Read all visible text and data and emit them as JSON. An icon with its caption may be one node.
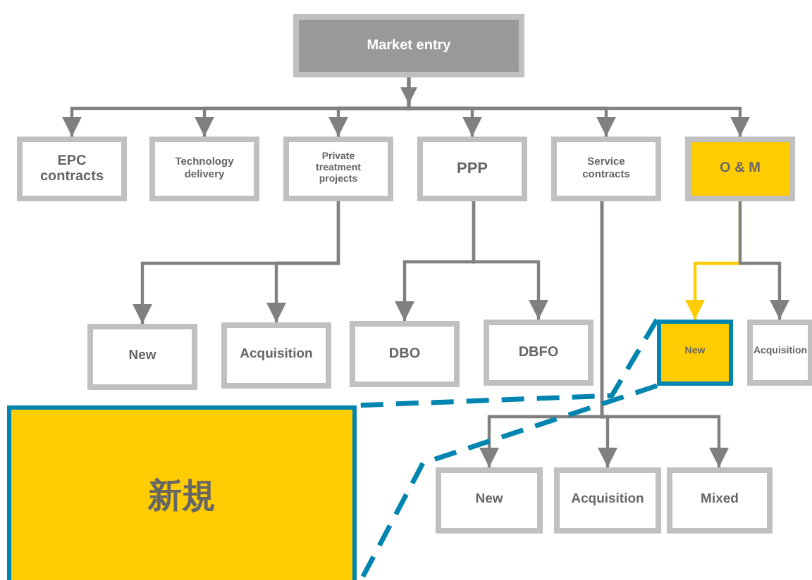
{
  "diagram": {
    "nodes": [
      {
        "text": [
          "Market entry"
        ]
      },
      {
        "text": [
          "EPC contracts"
        ]
      },
      {
        "text": [
          "Technology delivery"
        ]
      },
      {
        "text": [
          "Private treatment projects"
        ]
      },
      {
        "text": [
          "PPP"
        ]
      },
      {
        "text": [
          "Service contracts"
        ]
      },
      {
        "text": [
          "O & M"
        ]
      },
      {
        "text": [
          "New"
        ]
      },
      {
        "text": [
          "Acquisition"
        ]
      },
      {
        "text": [
          "DBO"
        ]
      },
      {
        "text": [
          "DBFO"
        ]
      },
      {
        "text": [
          "New"
        ]
      },
      {
        "text": [
          "Acquisition"
        ]
      },
      {
        "text": [
          "New"
        ]
      },
      {
        "text": [
          "Acquisition"
        ]
      },
      {
        "text": [
          "Mixed"
        ]
      },
      {
        "text": [
          "新規"
        ]
      }
    ],
    "edges": [
      {
        "from": 0,
        "to": 1,
        "arrow": "to"
      },
      {
        "from": 0,
        "to": 2,
        "arrow": "to"
      },
      {
        "from": 0,
        "to": 3,
        "arrow": "to"
      },
      {
        "from": 0,
        "to": 4,
        "arrow": "to"
      },
      {
        "from": 0,
        "to": 5,
        "arrow": "to"
      },
      {
        "from": 0,
        "to": 6,
        "arrow": "to"
      },
      {
        "from": 3,
        "to": 7,
        "arrow": "to"
      },
      {
        "from": 3,
        "to": 8,
        "arrow": "to"
      },
      {
        "from": 4,
        "to": 9,
        "arrow": "to"
      },
      {
        "from": 4,
        "to": 10,
        "arrow": "to"
      },
      {
        "from": 6,
        "to": 11,
        "arrow": "to",
        "color": "#ffcc00"
      },
      {
        "from": 6,
        "to": 12,
        "arrow": "to"
      },
      {
        "from": 5,
        "to": 13,
        "arrow": "to"
      },
      {
        "from": 5,
        "to": 14,
        "arrow": "to"
      },
      {
        "from": 5,
        "to": 15,
        "arrow": "to"
      },
      {
        "from": 11,
        "to": 16,
        "arrow": "none",
        "style": "dashed",
        "color": "#0085b0"
      },
      {
        "from": 11,
        "to": 16,
        "arrow": "none",
        "style": "dashed",
        "color": "#0085b0"
      }
    ]
  }
}
